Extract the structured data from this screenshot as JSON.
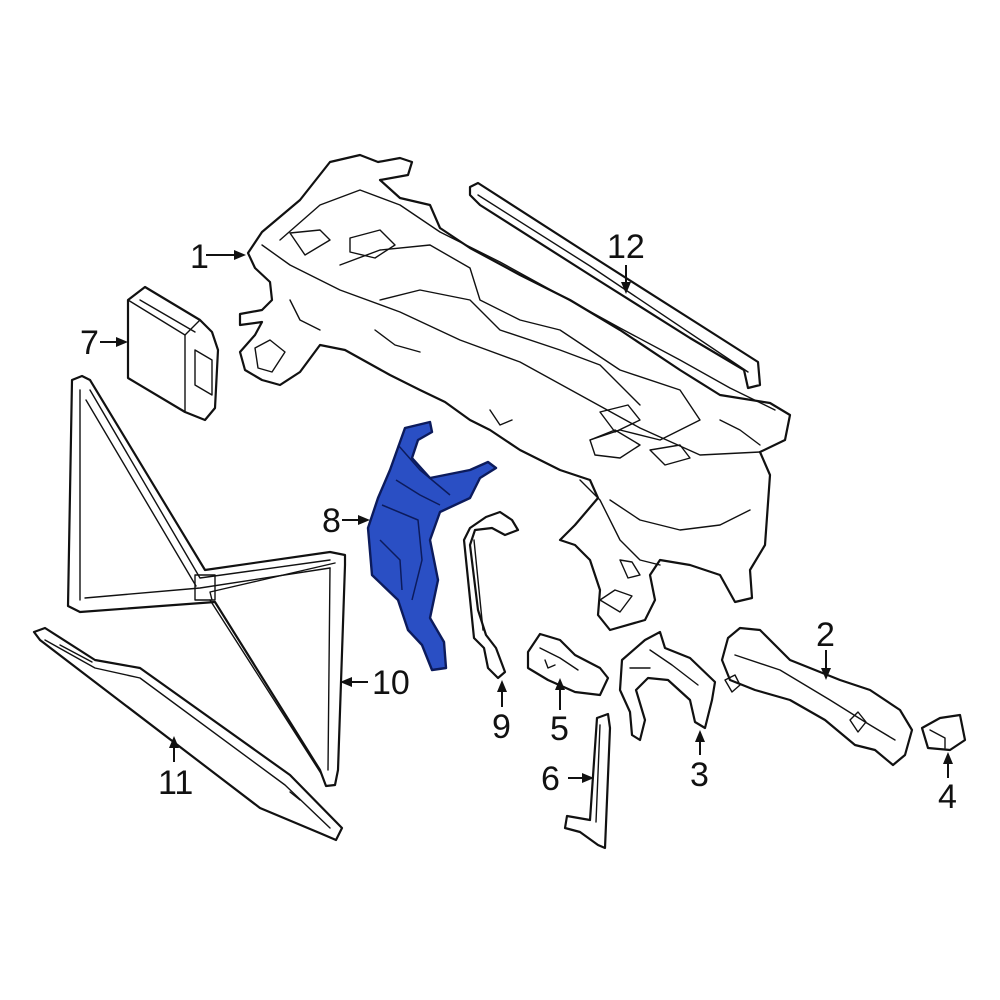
{
  "callouts": [
    {
      "id": "1",
      "label": "1"
    },
    {
      "id": "2",
      "label": "2"
    },
    {
      "id": "3",
      "label": "3"
    },
    {
      "id": "4",
      "label": "4"
    },
    {
      "id": "5",
      "label": "5"
    },
    {
      "id": "6",
      "label": "6"
    },
    {
      "id": "7",
      "label": "7"
    },
    {
      "id": "8",
      "label": "8"
    },
    {
      "id": "9",
      "label": "9"
    },
    {
      "id": "10",
      "label": "10"
    },
    {
      "id": "11",
      "label": "11"
    },
    {
      "id": "12",
      "label": "12"
    }
  ],
  "highlighted_part": "8",
  "colors": {
    "line": "#111111",
    "background": "#ffffff",
    "highlight_fill": "#2a4fc4",
    "highlight_stroke": "#0c1b5c"
  }
}
